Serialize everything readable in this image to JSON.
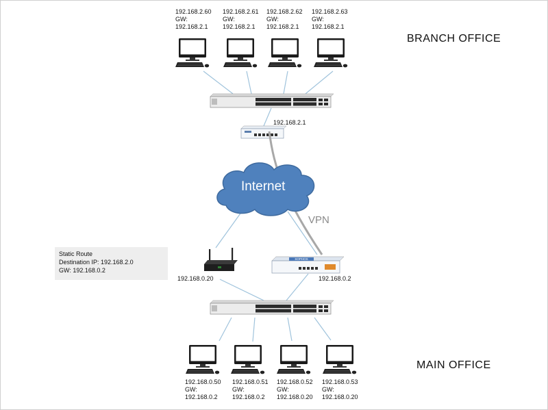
{
  "branch_office": {
    "title": "BRANCH OFFICE",
    "hosts": [
      {
        "ip": "192.168.2.60",
        "gw_label": "GW:",
        "gw": "192.168.2.1"
      },
      {
        "ip": "192.168.2.61",
        "gw_label": "GW:",
        "gw": "192.168.2.1"
      },
      {
        "ip": "192.168.2.62",
        "gw_label": "GW:",
        "gw": "192.168.2.1"
      },
      {
        "ip": "192.168.2.63",
        "gw_label": "GW:",
        "gw": "192.168.2.1"
      }
    ],
    "firewall_ip": "192.168.2.1"
  },
  "internet_label": "Internet",
  "vpn_label": "VPN",
  "main_office": {
    "title": "MAIN OFFICE",
    "router_ip": "192.168.0.20",
    "firewall_ip": "192.168.0.2",
    "firewall_brand": "SOPHOS",
    "hosts": [
      {
        "ip": "192.168.0.50",
        "gw_label": "GW:",
        "gw": "192.168.0.2"
      },
      {
        "ip": "192.168.0.51",
        "gw_label": "GW:",
        "gw": "192.168.0.2"
      },
      {
        "ip": "192.168.0.52",
        "gw_label": "GW:",
        "gw": "192.168.0.20"
      },
      {
        "ip": "192.168.0.53",
        "gw_label": "GW:",
        "gw": "192.168.0.20"
      }
    ]
  },
  "static_route": {
    "title": "Static Route",
    "destination": "Destination IP: 192.168.2.0",
    "gateway": "GW: 192.168.0.2"
  },
  "colors": {
    "link": "#9fc3dc",
    "vpn_tunnel": "#a8a8a8",
    "cloud": "#4f81bd",
    "cloud_stroke": "#3e6a9e"
  },
  "icons": [
    "monitor-icon",
    "keyboard-icon",
    "switch-icon",
    "firewall-icon",
    "cloud-icon",
    "wireless-router-icon"
  ]
}
